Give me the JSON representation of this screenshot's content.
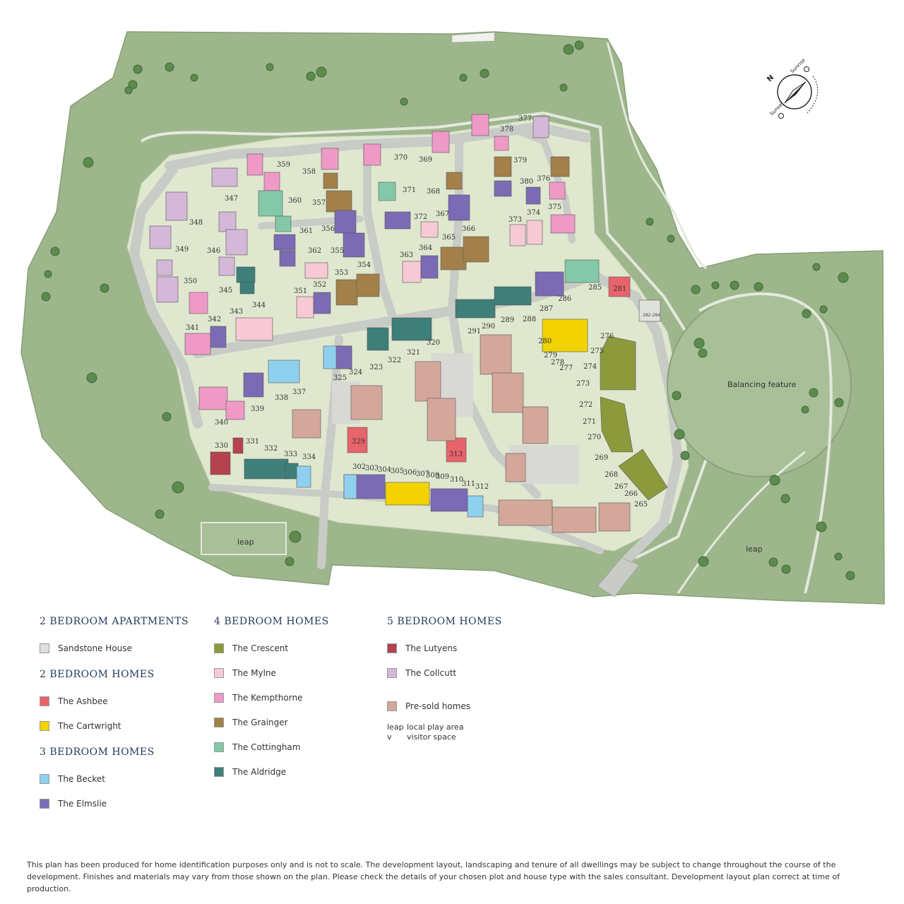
{
  "map": {
    "labels": {
      "leap_west": "leap",
      "leap_east": "leap",
      "balancing": "Balancing feature"
    },
    "compass": {
      "north": "N",
      "sunrise": "Sunrise",
      "sunset": "Sunset"
    },
    "colors": {
      "land": "#9eb68c",
      "land_edge": "#86a075",
      "plot": "#dfe8cf",
      "road": "#c9cbc7",
      "path": "#f0f0ec"
    },
    "plot_numbers": [
      "377",
      "378",
      "379",
      "376",
      "380",
      "374",
      "375",
      "373",
      "370",
      "369",
      "371",
      "368",
      "372",
      "367",
      "366",
      "365",
      "364",
      "363",
      "359",
      "358",
      "360",
      "357",
      "361",
      "356",
      "362",
      "355",
      "354",
      "353",
      "352",
      "351",
      "347",
      "348",
      "346",
      "349",
      "350",
      "345",
      "344",
      "343",
      "342",
      "341",
      "337",
      "338",
      "339",
      "340",
      "330",
      "331",
      "332",
      "333",
      "334",
      "329",
      "325",
      "324",
      "323",
      "322",
      "321",
      "320",
      "302",
      "303",
      "304",
      "305",
      "306",
      "307",
      "308",
      "309",
      "310",
      "311",
      "312",
      "313",
      "291",
      "290",
      "289",
      "288",
      "287",
      "286",
      "285",
      "281",
      "282-284",
      "280",
      "279",
      "278",
      "277",
      "276",
      "275",
      "274",
      "273",
      "272",
      "271",
      "270",
      "269",
      "268",
      "267",
      "266",
      "265"
    ]
  },
  "legend": {
    "apartments": {
      "title": "2 BEDROOM APARTMENTS",
      "items": [
        {
          "label": "Sandstone House",
          "color": "#dfe1dd"
        }
      ]
    },
    "two_bed": {
      "title": "2 BEDROOM HOMES",
      "items": [
        {
          "label": "The Ashbee",
          "color": "#e8646b"
        },
        {
          "label": "The Cartwright",
          "color": "#f2d300"
        }
      ]
    },
    "three_bed": {
      "title": "3 BEDROOM HOMES",
      "items": [
        {
          "label": "The Becket",
          "color": "#8fd0ee"
        },
        {
          "label": "The Elmslie",
          "color": "#7b6bb5"
        }
      ]
    },
    "four_bed": {
      "title": "4 BEDROOM HOMES",
      "items": [
        {
          "label": "The Crescent",
          "color": "#8c9a3c"
        },
        {
          "label": "The Mylne",
          "color": "#f6c9d5"
        },
        {
          "label": "The Kempthorne",
          "color": "#ef9ac6"
        },
        {
          "label": "The Grainger",
          "color": "#a3804a"
        },
        {
          "label": "The Cottingham",
          "color": "#83c9a9"
        },
        {
          "label": "The Aldridge",
          "color": "#3e7f7a"
        }
      ]
    },
    "five_bed": {
      "title": "5 BEDROOM HOMES",
      "items": [
        {
          "label": "The Lutyens",
          "color": "#b3434e"
        },
        {
          "label": "The Collcutt",
          "color": "#d5b7d9"
        }
      ]
    },
    "presold": {
      "label": "Pre-sold homes",
      "color": "#d4a79b"
    },
    "abbreviations": [
      {
        "code": "leap",
        "meaning": "local play area"
      },
      {
        "code": "v",
        "meaning": "visitor space"
      }
    ]
  },
  "disclaimer": "This plan has been produced for home identification purposes only and is not to scale. The development layout, landscaping and tenure of all dwellings may be subject to change throughout the course of the development. Finishes and materials may vary from those shown on the plan. Please check the details of your chosen plot and house type with the sales consultant. Development layout plan correct at time of production."
}
